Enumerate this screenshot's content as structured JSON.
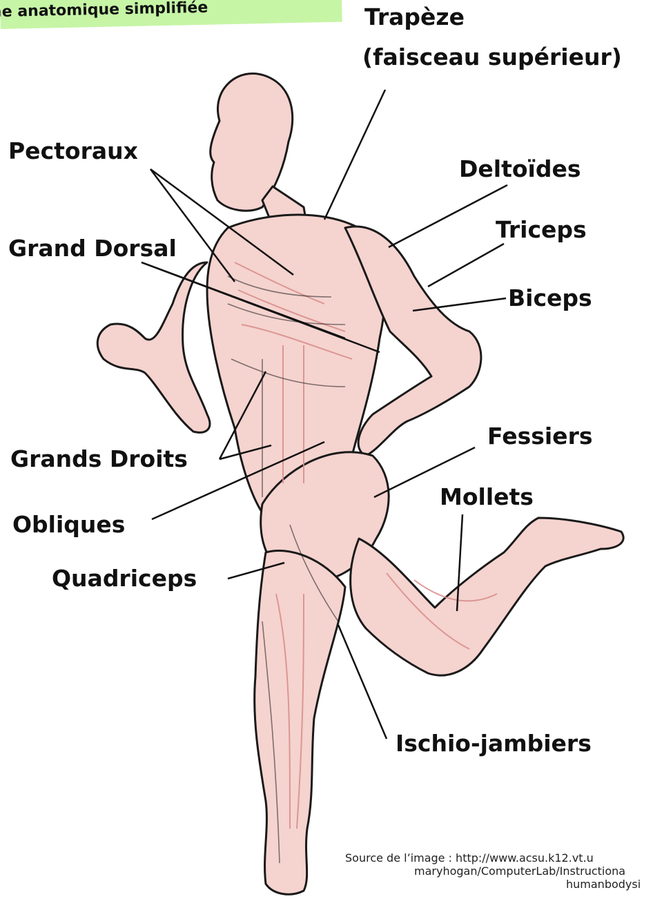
{
  "banner": {
    "text": "nche anatomique simplifiée",
    "color": "#c6f5a6"
  },
  "labels": {
    "trapeze_line1": "Trapèze",
    "trapeze_line2": "(faisceau supérieur)",
    "pectoraux": "Pectoraux",
    "deltoides": "Deltoïdes",
    "triceps": "Triceps",
    "grand_dorsal": "Grand Dorsal",
    "biceps": "Biceps",
    "fessiers": "Fessiers",
    "grands_droits": "Grands Droits",
    "mollets": "Mollets",
    "obliques": "Obliques",
    "quadriceps": "Quadriceps",
    "ischio": "Ischio-jambiers"
  },
  "source": {
    "line1": "Source de l’image : http://www.acsu.k12.vt.u",
    "line2": "maryhogan/ComputerLab/Instructiona",
    "line3": "humanbodysi"
  },
  "colors": {
    "muscle_fill": "#f2c4c0",
    "outline": "#1a1a1a"
  }
}
